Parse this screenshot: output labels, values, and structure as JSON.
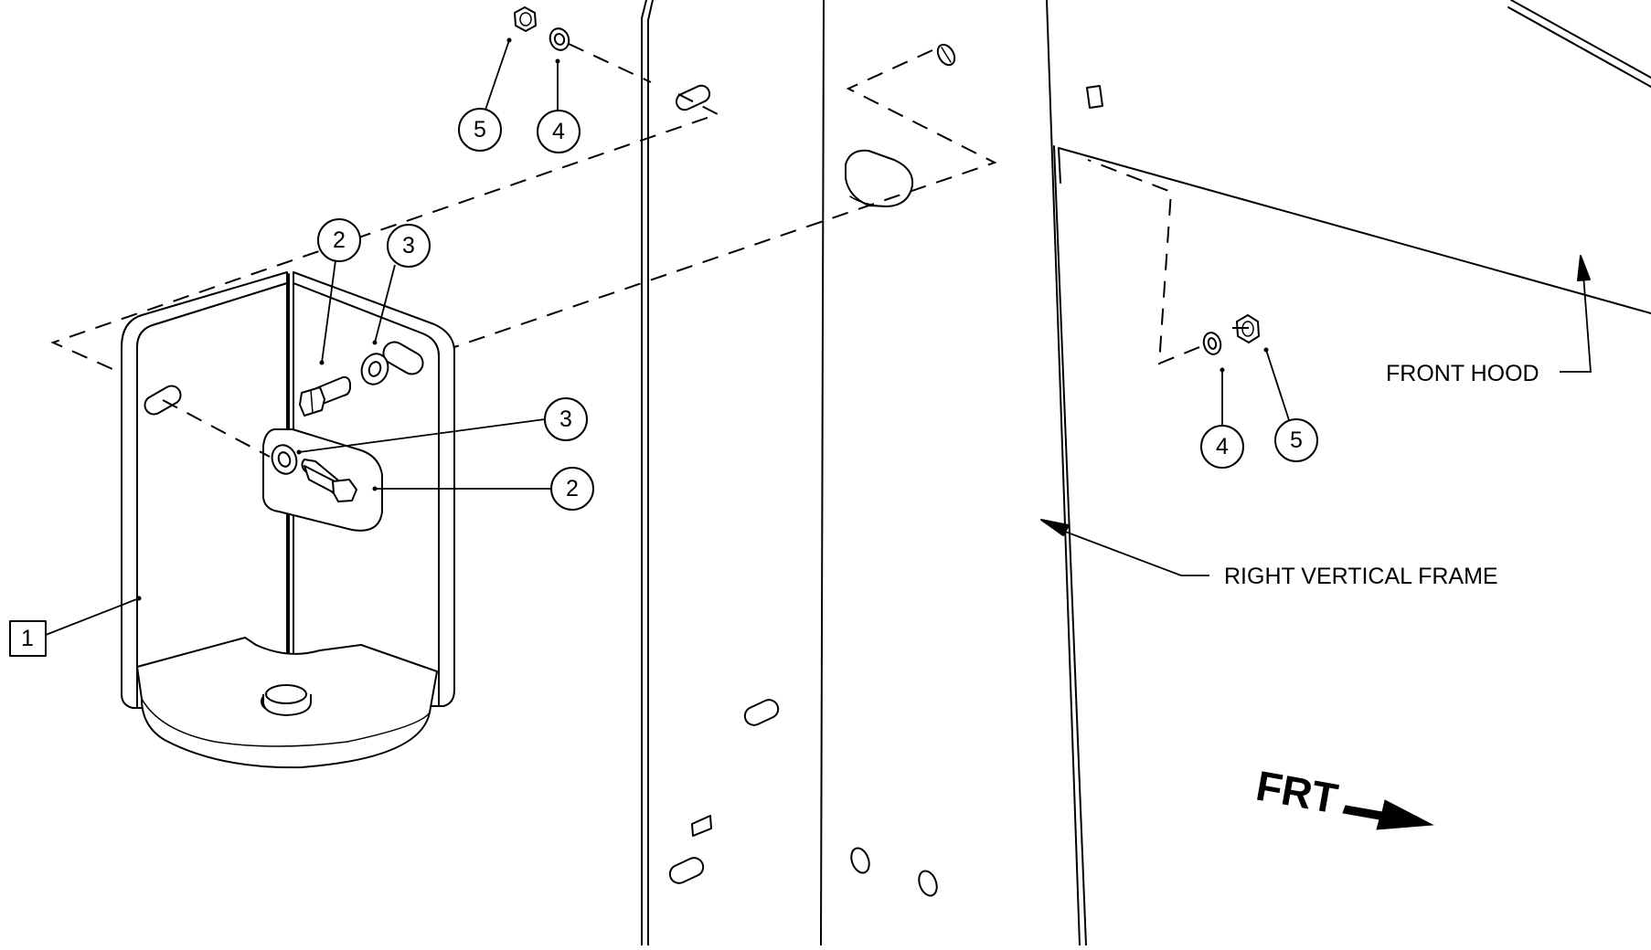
{
  "balloons": [
    {
      "id": "b5-top",
      "text": "5"
    },
    {
      "id": "b4-top",
      "text": "4"
    },
    {
      "id": "b2-upper",
      "text": "2"
    },
    {
      "id": "b3-upper",
      "text": "3"
    },
    {
      "id": "b3-lower",
      "text": "3"
    },
    {
      "id": "b2-lower",
      "text": "2"
    },
    {
      "id": "b4-right",
      "text": "4"
    },
    {
      "id": "b5-right",
      "text": "5"
    }
  ],
  "item_box": {
    "text": "1"
  },
  "labels": {
    "front_hood": "FRONT HOOD",
    "right_vertical_frame": "RIGHT VERTICAL FRAME",
    "frt": "FRT"
  }
}
